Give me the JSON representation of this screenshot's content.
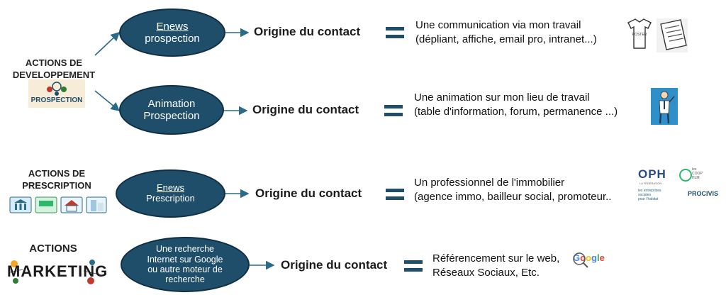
{
  "categories": {
    "developpement": [
      "ACTIONS DE",
      "DEVELOPPEMENT"
    ],
    "developpement_badge": "PROSPECTION",
    "prescription": [
      "ACTIONS DE",
      "PRESCRIPTION"
    ],
    "marketing": [
      "ACTIONS",
      "MARKETING"
    ]
  },
  "rows": [
    {
      "oval": [
        "Enews",
        "prospection"
      ],
      "origin": "Origine du contact",
      "desc": [
        "Une communication via mon travail",
        "(dépliant, affiche, email pro, intranet...)"
      ]
    },
    {
      "oval": [
        "Animation",
        "Prospection"
      ],
      "origin": "Origine du contact",
      "desc": [
        "Une animation sur mon lieu de travail",
        "(table d'information, forum, permanence ...)"
      ]
    },
    {
      "oval": [
        "Enews",
        "Prescription"
      ],
      "origin": "Origine du contact",
      "desc": [
        "Un professionnel de l'immobilier",
        "(agence immo, bailleur social, promoteur.."
      ]
    },
    {
      "oval": [
        "Une recherche",
        "Internet sur Google",
        "ou autre moteur de",
        "recherche"
      ],
      "origin": "Origine du contact",
      "desc": [
        "Référencement sur le web,",
        "Réseaux Sociaux, Etc."
      ]
    }
  ],
  "logos": {
    "poster_label": "POSTER",
    "oph": "OPH",
    "oph_sub": "LA FÉDÉRATION",
    "coop": [
      "les",
      "COOP'",
      "HLM"
    ],
    "esh": [
      "les entreprises",
      "sociales",
      "pour l'habitat"
    ],
    "procivis": "PROCIVIS",
    "google": [
      "G",
      "o",
      "o",
      "g",
      "l",
      "e"
    ]
  },
  "colors": {
    "oval_fill": "#1f4e6b",
    "accent": "#1f4e6b",
    "arrow": "#2a6a8a"
  }
}
